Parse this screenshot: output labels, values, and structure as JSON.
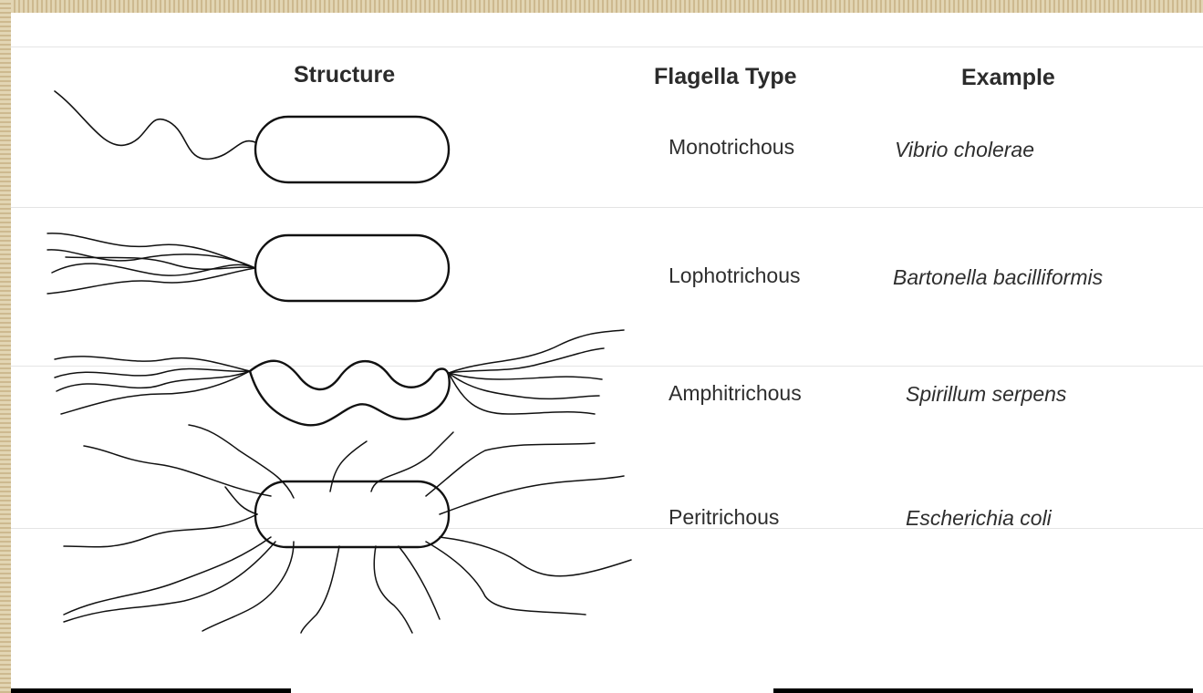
{
  "headers": {
    "structure": "Structure",
    "flagella_type": "Flagella Type",
    "example": "Example"
  },
  "rows": [
    {
      "type": "Monotrichous",
      "example": "Vibrio cholerae"
    },
    {
      "type": "Lophotrichous",
      "example": "Bartonella bacilliformis"
    },
    {
      "type": "Amphitrichous",
      "example": "Spirillum serpens"
    },
    {
      "type": "Peritrichous",
      "example": "Escherichia coli"
    }
  ],
  "colors": {
    "frame": "#d8c9a3",
    "panel": "#ffffff",
    "ink": "#111111"
  }
}
